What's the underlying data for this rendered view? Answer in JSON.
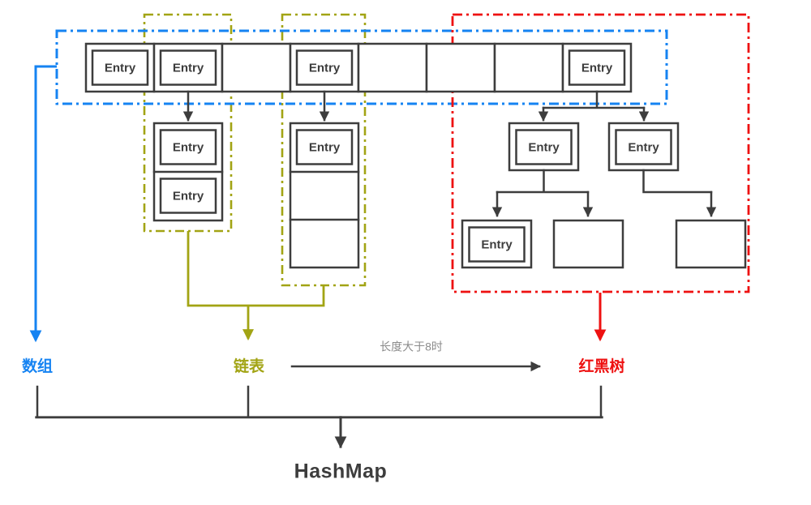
{
  "colors": {
    "array": "#1583f2",
    "linked_list": "#a2a414",
    "tree": "#ee1111",
    "line": "#3d3d3d",
    "muted_text": "#8c8c8c"
  },
  "labels": {
    "entry": "Entry",
    "array": "数组",
    "linked_list": "链表",
    "tree": "红黑树",
    "condition": "长度大于8时",
    "title": "HashMap"
  }
}
